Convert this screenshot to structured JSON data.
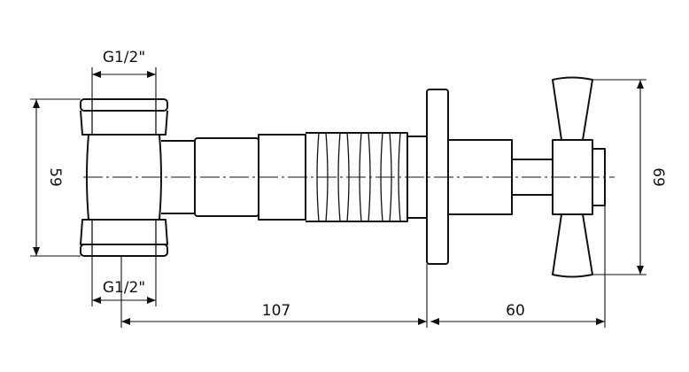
{
  "dimensions": {
    "thread_top": "G1/2\"",
    "thread_bottom": "G1/2\"",
    "body_height": "59",
    "length_107": "107",
    "length_60": "60",
    "handle_height": "69"
  }
}
